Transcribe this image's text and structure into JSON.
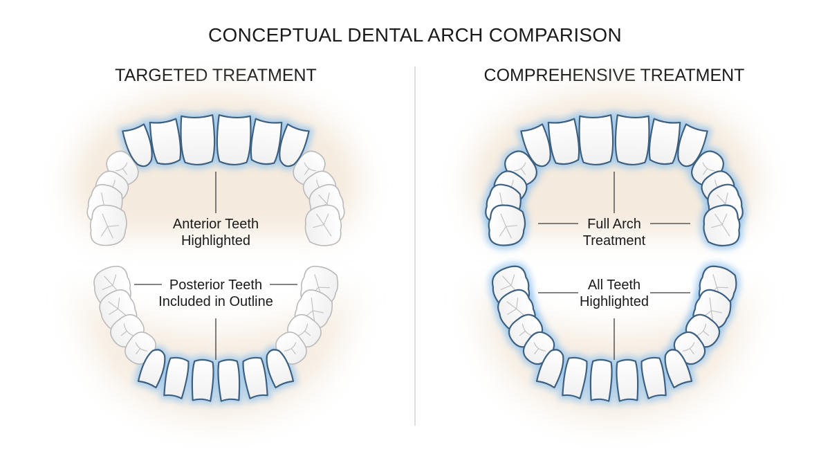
{
  "title": "CONCEPTUAL DENTAL ARCH COMPARISON",
  "panels": [
    {
      "heading": "TARGETED TREATMENT",
      "upper_label": [
        "Anterior Teeth",
        "Highlighted"
      ],
      "lower_label": [
        "Posterior Teeth",
        "Included in Outline"
      ],
      "highlight": "anterior"
    },
    {
      "heading": "COMPREHENSIVE TREATMENT",
      "upper_label": [
        "Full Arch",
        "Treatment"
      ],
      "lower_label": [
        "All Teeth",
        "Highlighted"
      ],
      "highlight": "all"
    }
  ],
  "colors": {
    "highlight_outline": "#3d5f80",
    "highlight_glow": "#8fc2ee",
    "plain_outline": "#b9b9b9",
    "tooth_fill": "#fbfbfb",
    "gum": "#f1e3d2",
    "text": "#1a1a1a",
    "divider": "#c8c8c8"
  }
}
